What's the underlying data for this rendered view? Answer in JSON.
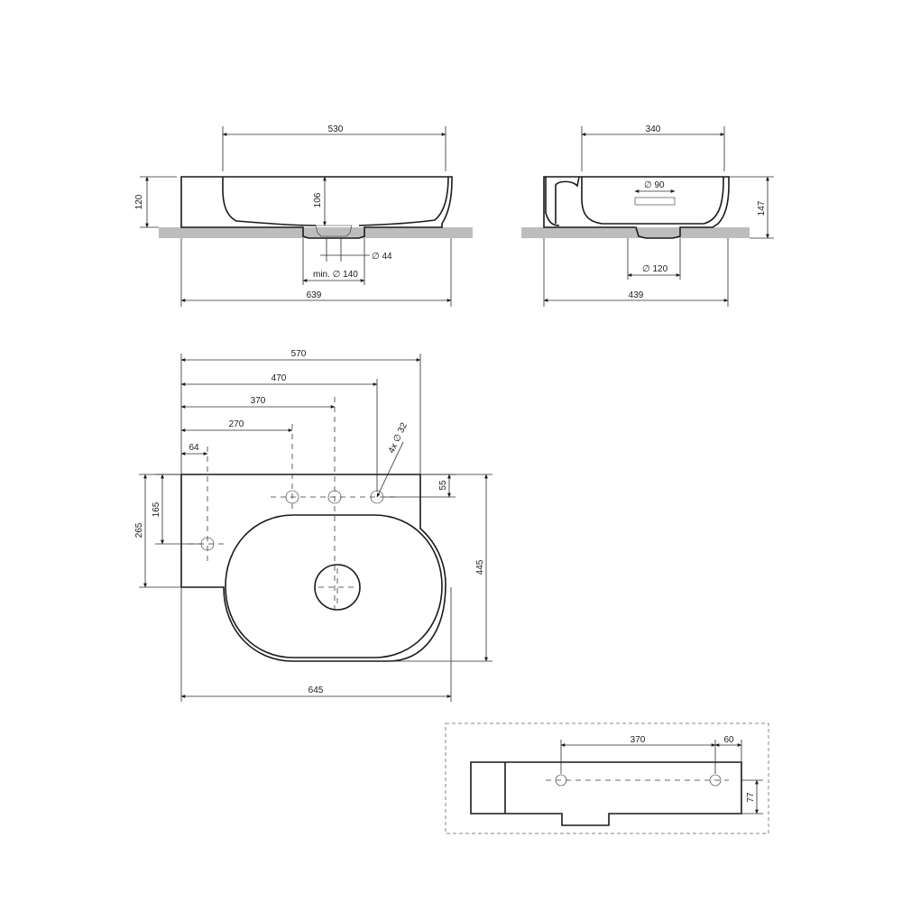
{
  "front_view": {
    "top_width": "530",
    "height": "120",
    "bowl_depth": "106",
    "drain": "∅ 44",
    "min_cutout": "min. ∅ 140",
    "overall_width": "639"
  },
  "side_view": {
    "top_width": "340",
    "overflow": "∅ 90",
    "height": "147",
    "drain": "∅ 120",
    "overall_depth": "439"
  },
  "plan_view": {
    "width_570": "570",
    "width_470": "470",
    "width_370": "370",
    "width_270": "270",
    "width_64": "64",
    "holes": "4x ∅ 32",
    "offset_55": "55",
    "depth_165": "165",
    "depth_265": "265",
    "depth_445": "445",
    "overall_width": "645"
  },
  "rear_view": {
    "spacing": "370",
    "edge": "60",
    "height": "77"
  }
}
